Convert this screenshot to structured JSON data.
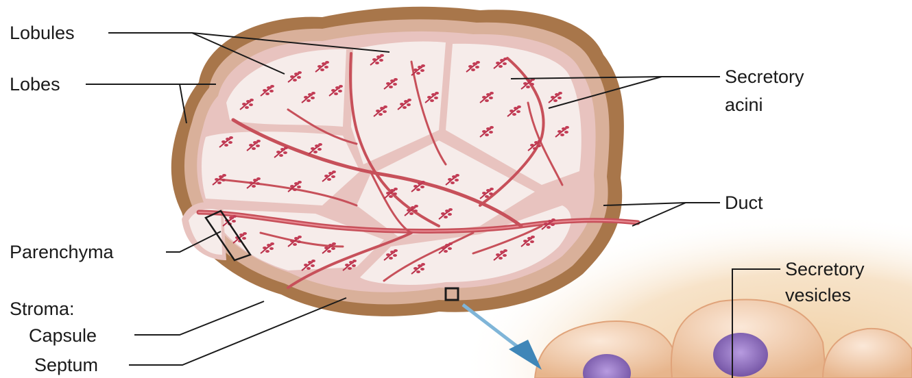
{
  "labels": {
    "lobules": "Lobules",
    "lobes": "Lobes",
    "parenchyma": "Parenchyma",
    "stroma": "Stroma:",
    "capsule": "Capsule",
    "septum": "Septum",
    "secretory_acini_1": "Secretory",
    "secretory_acini_2": "acini",
    "duct": "Duct",
    "secretory_vesicles_1": "Secretory",
    "secretory_vesicles_2": "vesicles"
  },
  "colors": {
    "capsule": "#a8764a",
    "capsule_inner": "#d9b09a",
    "septum": "#e8c3bf",
    "lobule_fill": "#f6ecea",
    "duct": "#c7505a",
    "acini": "#b8304a",
    "background_glow": "#f3d9b8",
    "cell": "#f1c9a5",
    "nucleus": "#8a6bb8",
    "arrow": "#3f86b8"
  }
}
